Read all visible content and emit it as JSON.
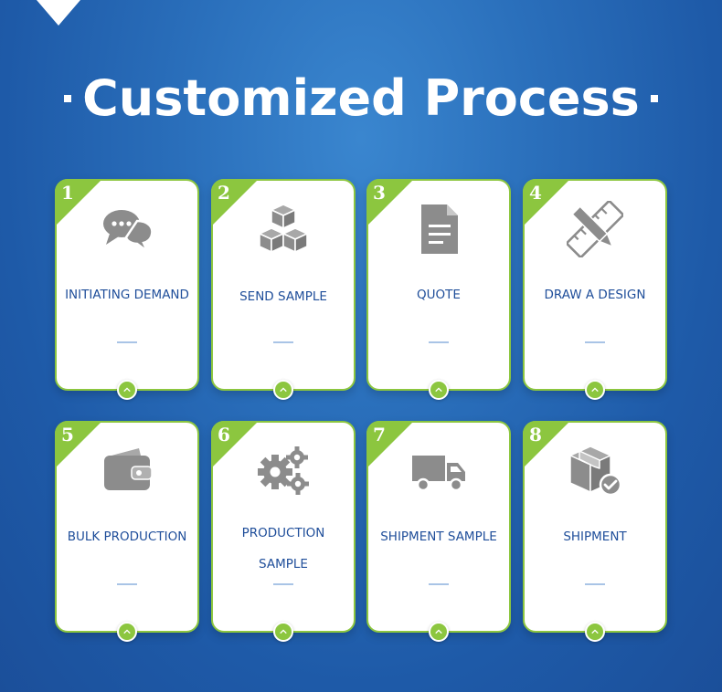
{
  "title": "Customized Process",
  "colors": {
    "accent": "#8cc63f",
    "label": "#1f4e9a",
    "icon": "#8c8c8c"
  },
  "steps": [
    {
      "number": "1",
      "label": "INITIATING DEMAND",
      "icon": "chat-bubbles-icon"
    },
    {
      "number": "2",
      "label": "SEND SAMPLE",
      "icon": "boxes-icon"
    },
    {
      "number": "3",
      "label": "QUOTE",
      "icon": "document-icon"
    },
    {
      "number": "4",
      "label": "DRAW A DESIGN",
      "icon": "pencil-ruler-icon"
    },
    {
      "number": "5",
      "label": "BULK PRODUCTION",
      "icon": "wallet-icon"
    },
    {
      "number": "6",
      "label": "PRODUCTION SAMPLE",
      "icon": "gears-icon"
    },
    {
      "number": "7",
      "label": "SHIPMENT SAMPLE",
      "icon": "truck-icon"
    },
    {
      "number": "8",
      "label": "SHIPMENT",
      "icon": "package-check-icon"
    }
  ]
}
